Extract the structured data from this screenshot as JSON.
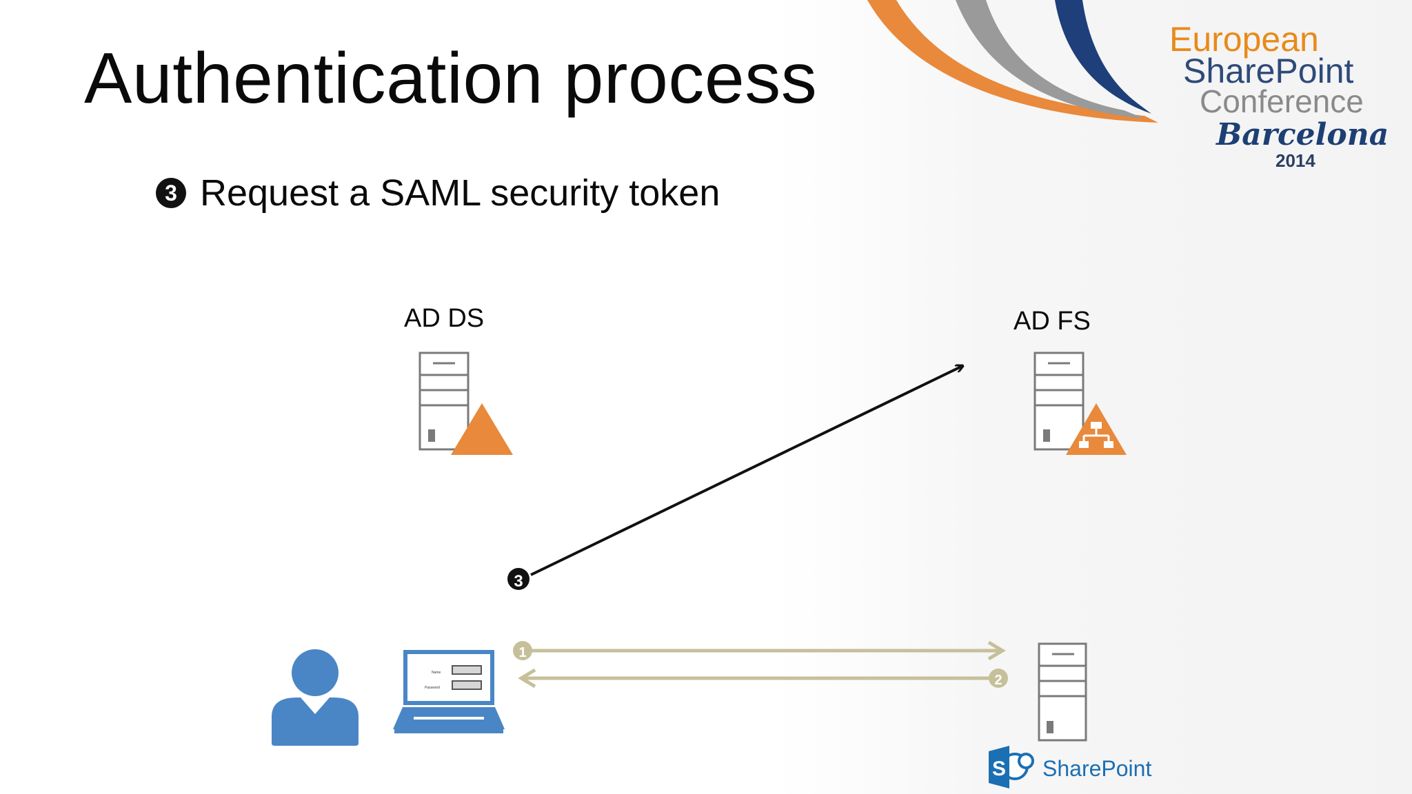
{
  "slide": {
    "title": "Authentication process",
    "bullet_number": "3",
    "bullet_text": "Request a SAML security token"
  },
  "logo": {
    "line1": "European",
    "line2": "SharePoint",
    "line3": "Conference",
    "line4": "Barcelona",
    "line5": "2014"
  },
  "diagram": {
    "nodes": {
      "ad_ds": "AD DS",
      "ad_fs": "AD FS",
      "sharepoint": "SharePoint",
      "sharepoint_icon_letter": "S"
    },
    "laptop_form": {
      "field1": "Name",
      "field2": "Password"
    },
    "steps": {
      "step1": "1",
      "step2": "2",
      "step3": "3"
    }
  },
  "colors": {
    "orange": "#e8893b",
    "blue": "#4a86c5",
    "server_stroke": "#7a7a7a",
    "arrow_beige": "#c6c09a",
    "black": "#111111",
    "sharepoint_blue": "#1b6fb3"
  }
}
